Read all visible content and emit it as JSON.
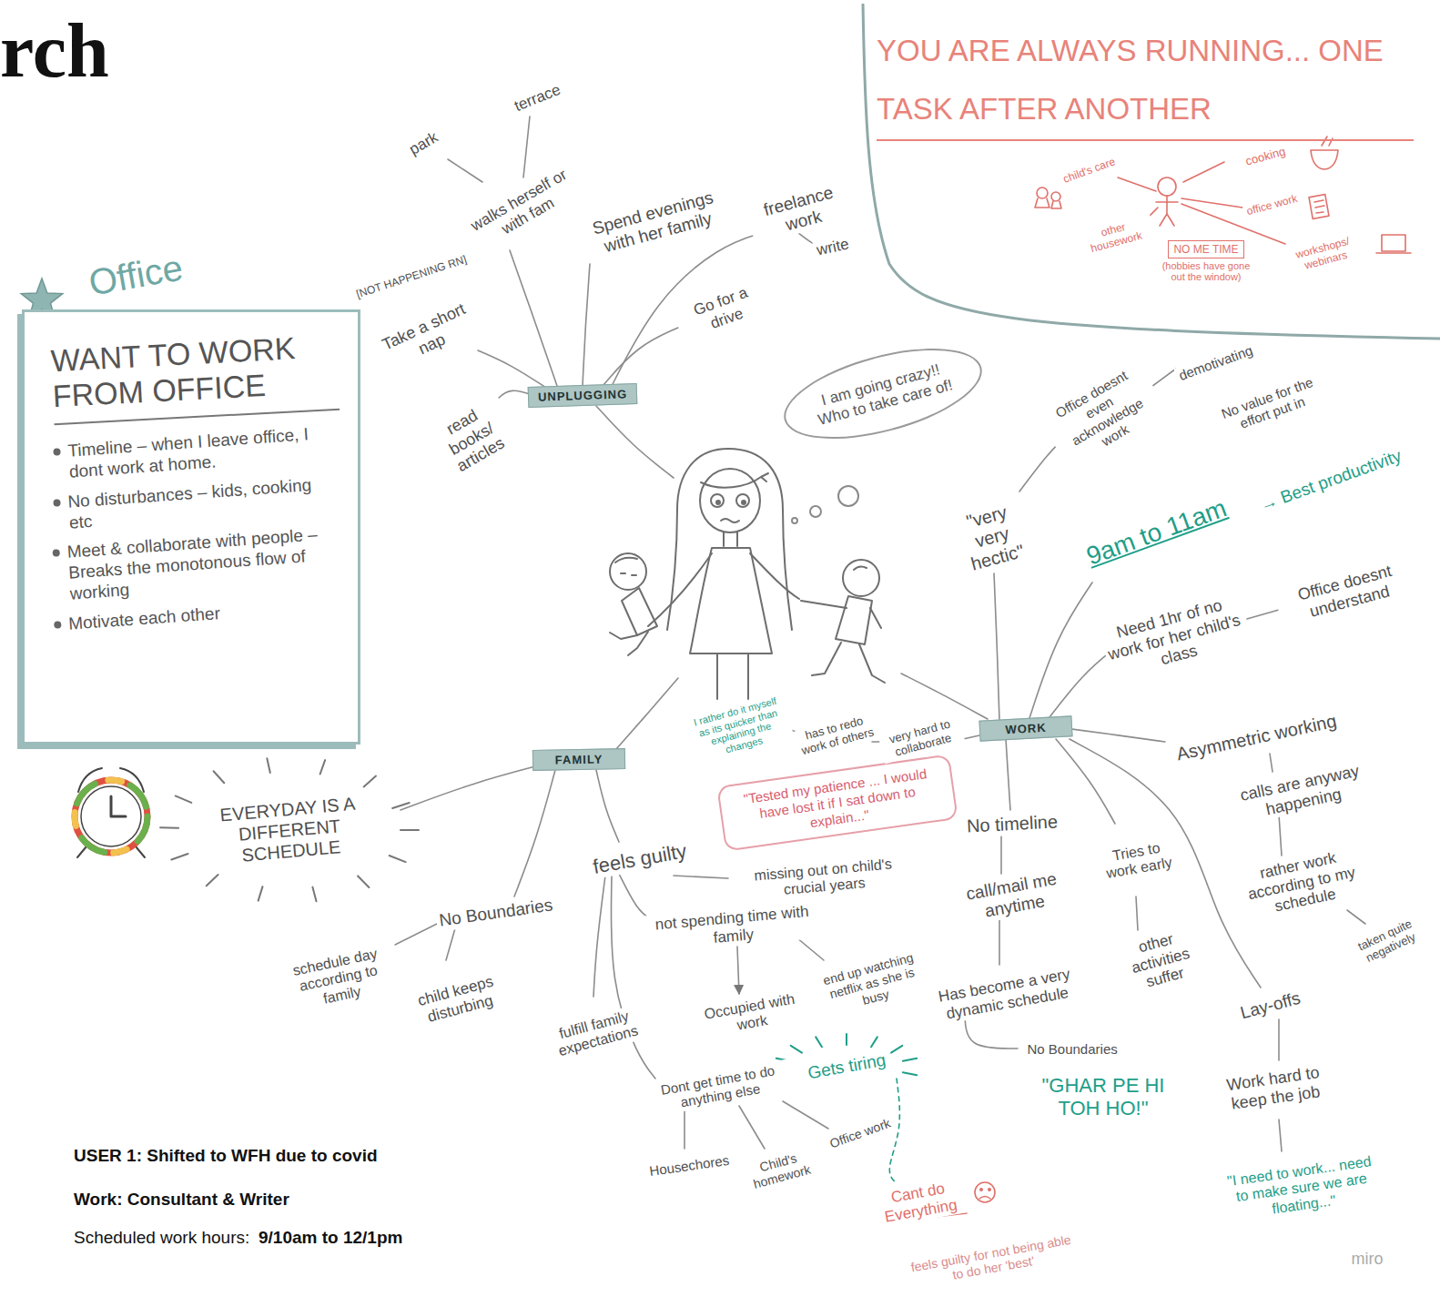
{
  "diagram": {
    "title": "rch",
    "nodes": [
      {
        "text": [
          "YOU ARE ALWAYS RUNNING... ONE TASK AFTER ANOTHER"
        ]
      },
      {
        "text": [
          "NO ME TIME",
          "(hobbies have gone out the window)"
        ],
        "in": 0
      },
      {
        "text": [
          "Office",
          "WANT TO WORK FROM OFFICE",
          "Timeline – when I leave office, I dont work at home.",
          "No disturbances – kids, cooking etc",
          "Meet & collaborate with people – Breaks the monotonous flow of working",
          "Motivate each other"
        ]
      },
      {
        "text": [
          "I am going crazy!! Who to take care of!"
        ]
      },
      {
        "text": [
          "UNPLUGGING"
        ]
      },
      {
        "text": [
          "WORK"
        ]
      },
      {
        "text": [
          "FAMILY"
        ]
      },
      {
        "text": [
          "\"Tested my patience ... I would have lost it if I sat down to explain...\""
        ]
      }
    ],
    "labels": [
      "terrace",
      "park",
      "walks herself or with fam",
      "Spend evenings with her family",
      "freelance work",
      "write",
      "[NOT HAPPENING RN]",
      "Take a short nap",
      "Go for a drive",
      "child's care",
      "cooking",
      "office work",
      "other housework",
      "workshops/ webinars",
      "read books/ articles",
      "demotivating",
      "Office doesnt even acknowledge work",
      "No value for the effort put in",
      "→ Best productivity",
      "\"very very hectic\"",
      "9am to 11am",
      "Need 1hr of no work for her child's class",
      "Office doesnt understand",
      "I rather do it myself as its quicker than explaining the changes",
      "has to redo work of others",
      "very hard to collaborate",
      "Asymmetric working",
      "EVERYDAY IS A DIFFERENT SCHEDULE",
      "No timeline",
      "feels guilty",
      "missing out on child's crucial years",
      "Tries to work early",
      "calls are anyway happening",
      "No Boundaries",
      "call/mail me anytime",
      "not spending time with family",
      "rather work according to my schedule",
      "taken quite negatively",
      "schedule day according to family",
      "child keeps disturbing",
      "other activities suffer",
      "end up watching netflix as she is busy",
      "Has become a very dynamic schedule",
      "Occupied with work",
      "fulfill family expectations",
      "Lay-offs",
      "No Boundaries",
      "Gets tiring",
      "Dont get time to do anything else",
      "\"GHAR PE HI TOH HO!\"",
      "Work hard to keep the job",
      "Office work",
      "Housechores",
      "Child's homework",
      "USER 1: Shifted to WFH due to covid",
      "\"I need to work... need to make sure we are floating...\"",
      "Work: Consultant & Writer",
      "Cant do Everything",
      "Scheduled work hours:",
      "9/10am to 12/1pm",
      "miro",
      "feels guilty for not being able to do her 'best'"
    ]
  }
}
